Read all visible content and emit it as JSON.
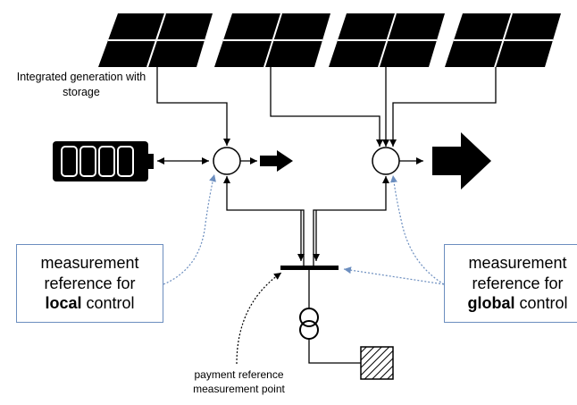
{
  "labels": {
    "integrated_generation": "Integrated generation with storage",
    "payment_reference": "payment reference measurement point"
  },
  "local_box": {
    "line1": "measurement",
    "line2": "reference for",
    "emphasis": "local",
    "tail": " control"
  },
  "global_box": {
    "line1": "measurement",
    "line2": "reference for",
    "emphasis": "global",
    "tail": " control"
  },
  "colors": {
    "line": "#000000",
    "box_border": "#6c8ebf",
    "dotted_link": "#6c8ebf",
    "panel_fill": "#000000"
  },
  "icons": [
    "solar-panel-icon",
    "battery-icon",
    "transformer-icon",
    "hatched-load-icon",
    "arrow-icon",
    "node-circle-icon"
  ]
}
